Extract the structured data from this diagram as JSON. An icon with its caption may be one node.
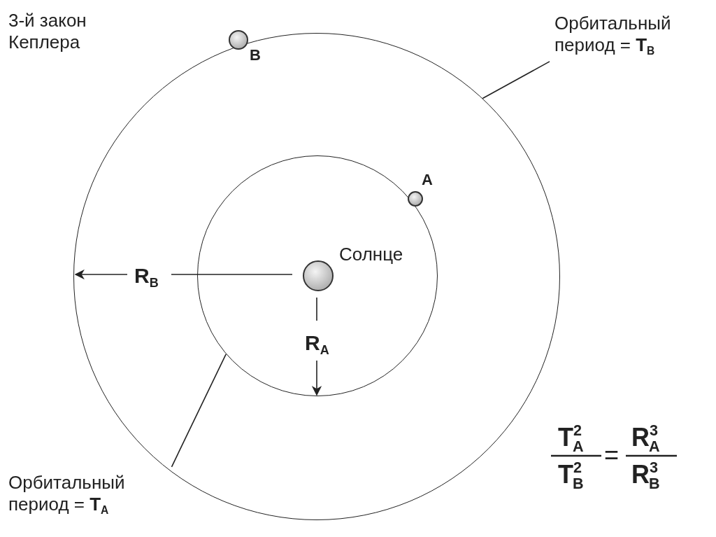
{
  "diagram": {
    "title": "3-й закон Кеплера",
    "nodes": [
      {
        "text": [],
        "shape": "circle"
      },
      {
        "text": [],
        "shape": "circle",
        "in": 0
      },
      {
        "text": [],
        "shape": "circle",
        "in": 1,
        "beside": [
          "Солнце"
        ]
      },
      {
        "text": [],
        "shape": "circle",
        "in": 1,
        "beside": [
          "A"
        ]
      },
      {
        "text": [],
        "shape": "circle",
        "beside": [
          "B"
        ]
      },
      {
        "text": [
          "Орбитальный период = **T**$_{B}$"
        ]
      },
      {
        "text": [
          "Орбитальный период = **T**$_{A}$"
        ]
      }
    ],
    "edges": [
      {
        "from": 5,
        "to": 0,
        "arrow": "none"
      },
      {
        "from": 6,
        "to": 1,
        "arrow": "none"
      }
    ],
    "labels": [
      "R$_{B}$",
      "R$_{A}$",
      "T$^{2}$$_{A}$",
      "T$^{2}$$_{B}$",
      "=",
      "R$^{3}$$_{A}$",
      "R$^{3}$$_{B}$"
    ]
  }
}
